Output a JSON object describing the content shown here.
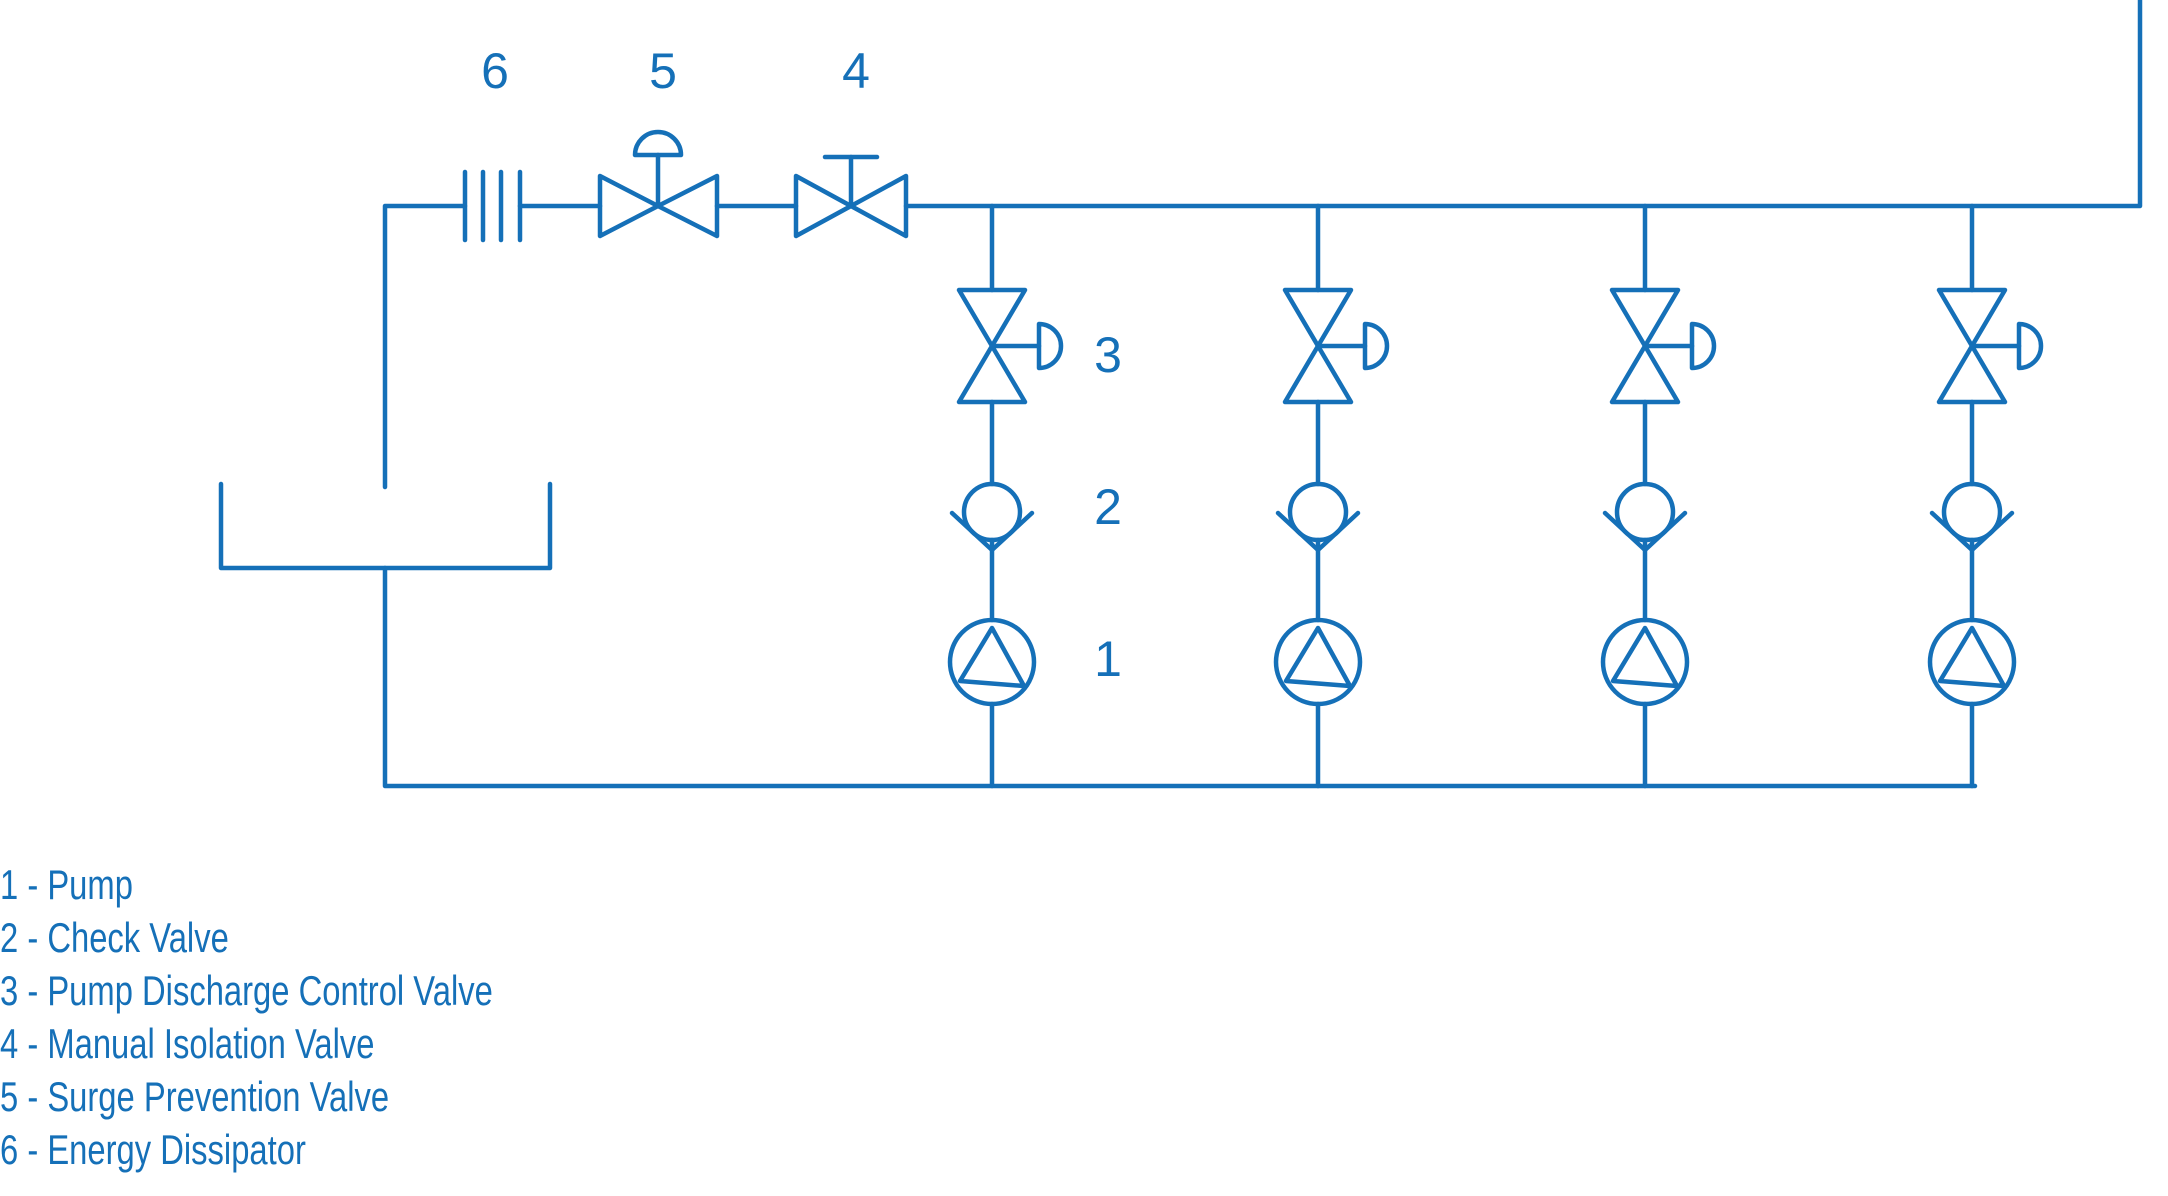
{
  "diagram": {
    "top_labels": [
      "6",
      "5",
      "4"
    ],
    "column_labels": [
      "3",
      "2",
      "1"
    ],
    "pump_units": 4,
    "line_color": "#1570b8"
  },
  "legend": {
    "items": [
      "1 - Pump",
      "2 - Check Valve",
      "3 - Pump Discharge Control Valve",
      "4 - Manual Isolation Valve",
      "5 - Surge Prevention Valve",
      "6 - Energy Dissipator"
    ]
  },
  "icons": [
    "pump-icon",
    "check-valve-icon",
    "control-valve-icon",
    "manual-isolation-valve-icon",
    "surge-prevention-valve-icon",
    "energy-dissipator-icon"
  ]
}
